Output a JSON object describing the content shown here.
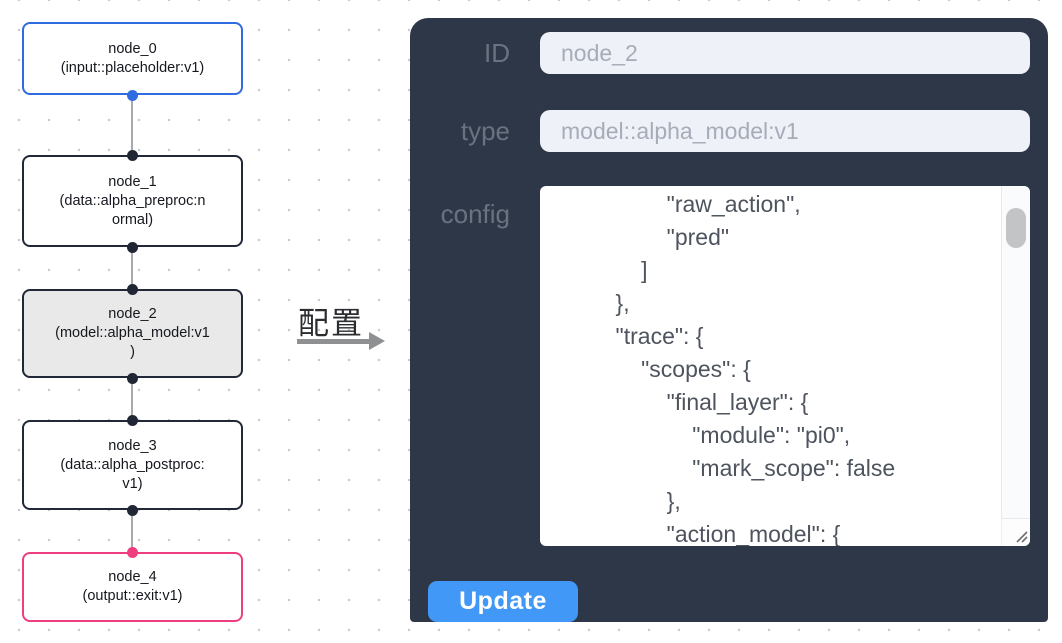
{
  "canvas": {
    "nodes": [
      {
        "id": "node_0",
        "lines": [
          "node_0",
          "(input::placeholder:v1)"
        ],
        "border_color": "#2e6ce0",
        "bg": "#ffffff",
        "selected": false
      },
      {
        "id": "node_1",
        "lines": [
          "node_1",
          "(data::alpha_preproc:n",
          "ormal)"
        ],
        "border_color": "#212837",
        "bg": "#ffffff",
        "selected": false
      },
      {
        "id": "node_2",
        "lines": [
          "node_2",
          "(model::alpha_model:v1",
          ")"
        ],
        "border_color": "#212837",
        "bg": "#e9e9e9",
        "selected": true
      },
      {
        "id": "node_3",
        "lines": [
          "node_3",
          "(data::alpha_postproc:",
          "v1)"
        ],
        "border_color": "#212837",
        "bg": "#ffffff",
        "selected": false
      },
      {
        "id": "node_4",
        "lines": [
          "node_4",
          "(output::exit:v1)"
        ],
        "border_color": "#ee3e7f",
        "bg": "#ffffff",
        "selected": false
      }
    ],
    "edge_color": "#a8a9ad",
    "handle_colors": {
      "input": "#2e6ce0",
      "default": "#202633",
      "output": "#ee3e7f"
    }
  },
  "arrow": {
    "label": "配置",
    "color": "#8f9092"
  },
  "panel": {
    "bg_color": "#2e3748",
    "id_field": {
      "label": "ID",
      "value": "node_2"
    },
    "type_field": {
      "label": "type",
      "value": "model::alpha_model:v1"
    },
    "config_field": {
      "label": "config",
      "lines": [
        "            \"raw_action\",",
        "            \"pred\"",
        "        ]",
        "    },",
        "    \"trace\": {",
        "        \"scopes\": {",
        "            \"final_layer\": {",
        "                \"module\": \"pi0\",",
        "                \"mark_scope\": false",
        "            },",
        "            \"action_model\": {"
      ]
    },
    "update_button": {
      "label": "Update",
      "color": "#4298f6"
    }
  }
}
